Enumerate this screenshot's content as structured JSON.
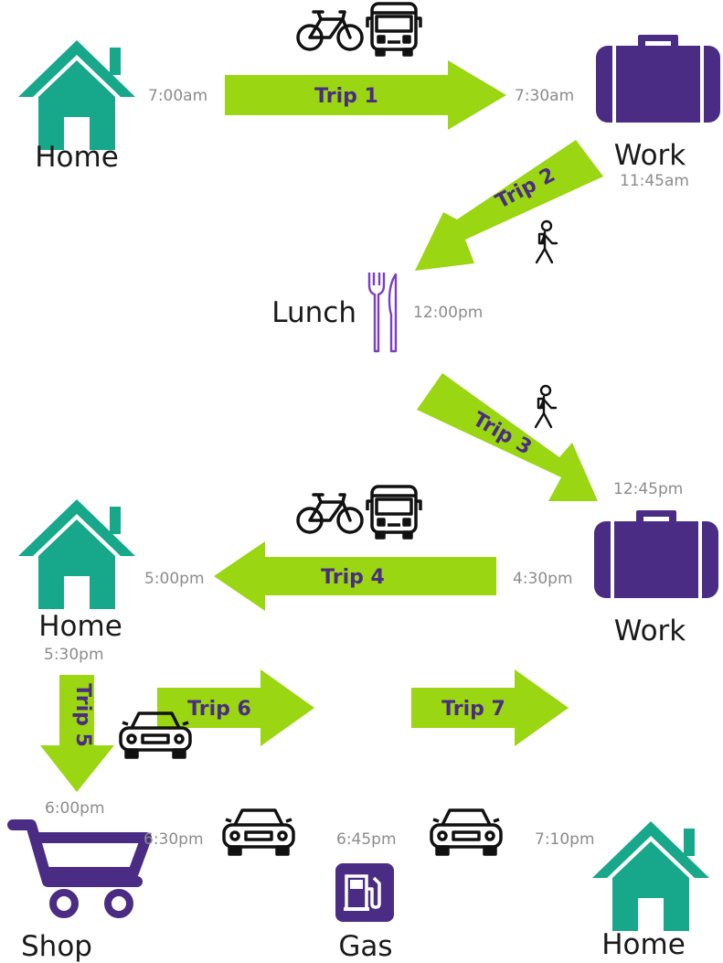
{
  "colors": {
    "arrow": "#9ad611",
    "home": "#17a88c",
    "work": "#4b2c84",
    "trip_label": "#4b2c84",
    "time": "#8c8c8c",
    "place": "#1a1a1a"
  },
  "places": {
    "home_1": "Home",
    "work_1": "Work",
    "lunch": "Lunch",
    "work_2": "Work",
    "home_2": "Home",
    "shop": "Shop",
    "gas": "Gas",
    "home_3": "Home"
  },
  "times": {
    "t1_start": "7:00am",
    "t1_end": "7:30am",
    "t2_start": "11:45am",
    "t2_end": "12:00pm",
    "t3_end": "12:45pm",
    "t4_start": "4:30pm",
    "t4_end": "5:00pm",
    "t5_start": "5:30pm",
    "t5_end": "6:00pm",
    "t6_start": "6:30pm",
    "t7_start": "6:45pm",
    "t7_end": "7:10pm"
  },
  "trips": {
    "trip1": "Trip 1",
    "trip2": "Trip 2",
    "trip3": "Trip 3",
    "trip4": "Trip 4",
    "trip5": "Trip 5",
    "trip6": "Trip 6",
    "trip7": "Trip 7"
  },
  "icons": {
    "home": "house-icon",
    "work": "briefcase-icon",
    "lunch": "fork-knife-icon",
    "shop": "shopping-cart-icon",
    "gas": "gas-pump-icon",
    "bike": "bicycle-icon",
    "bus": "bus-icon",
    "walk": "pedestrian-icon",
    "car": "car-icon"
  }
}
